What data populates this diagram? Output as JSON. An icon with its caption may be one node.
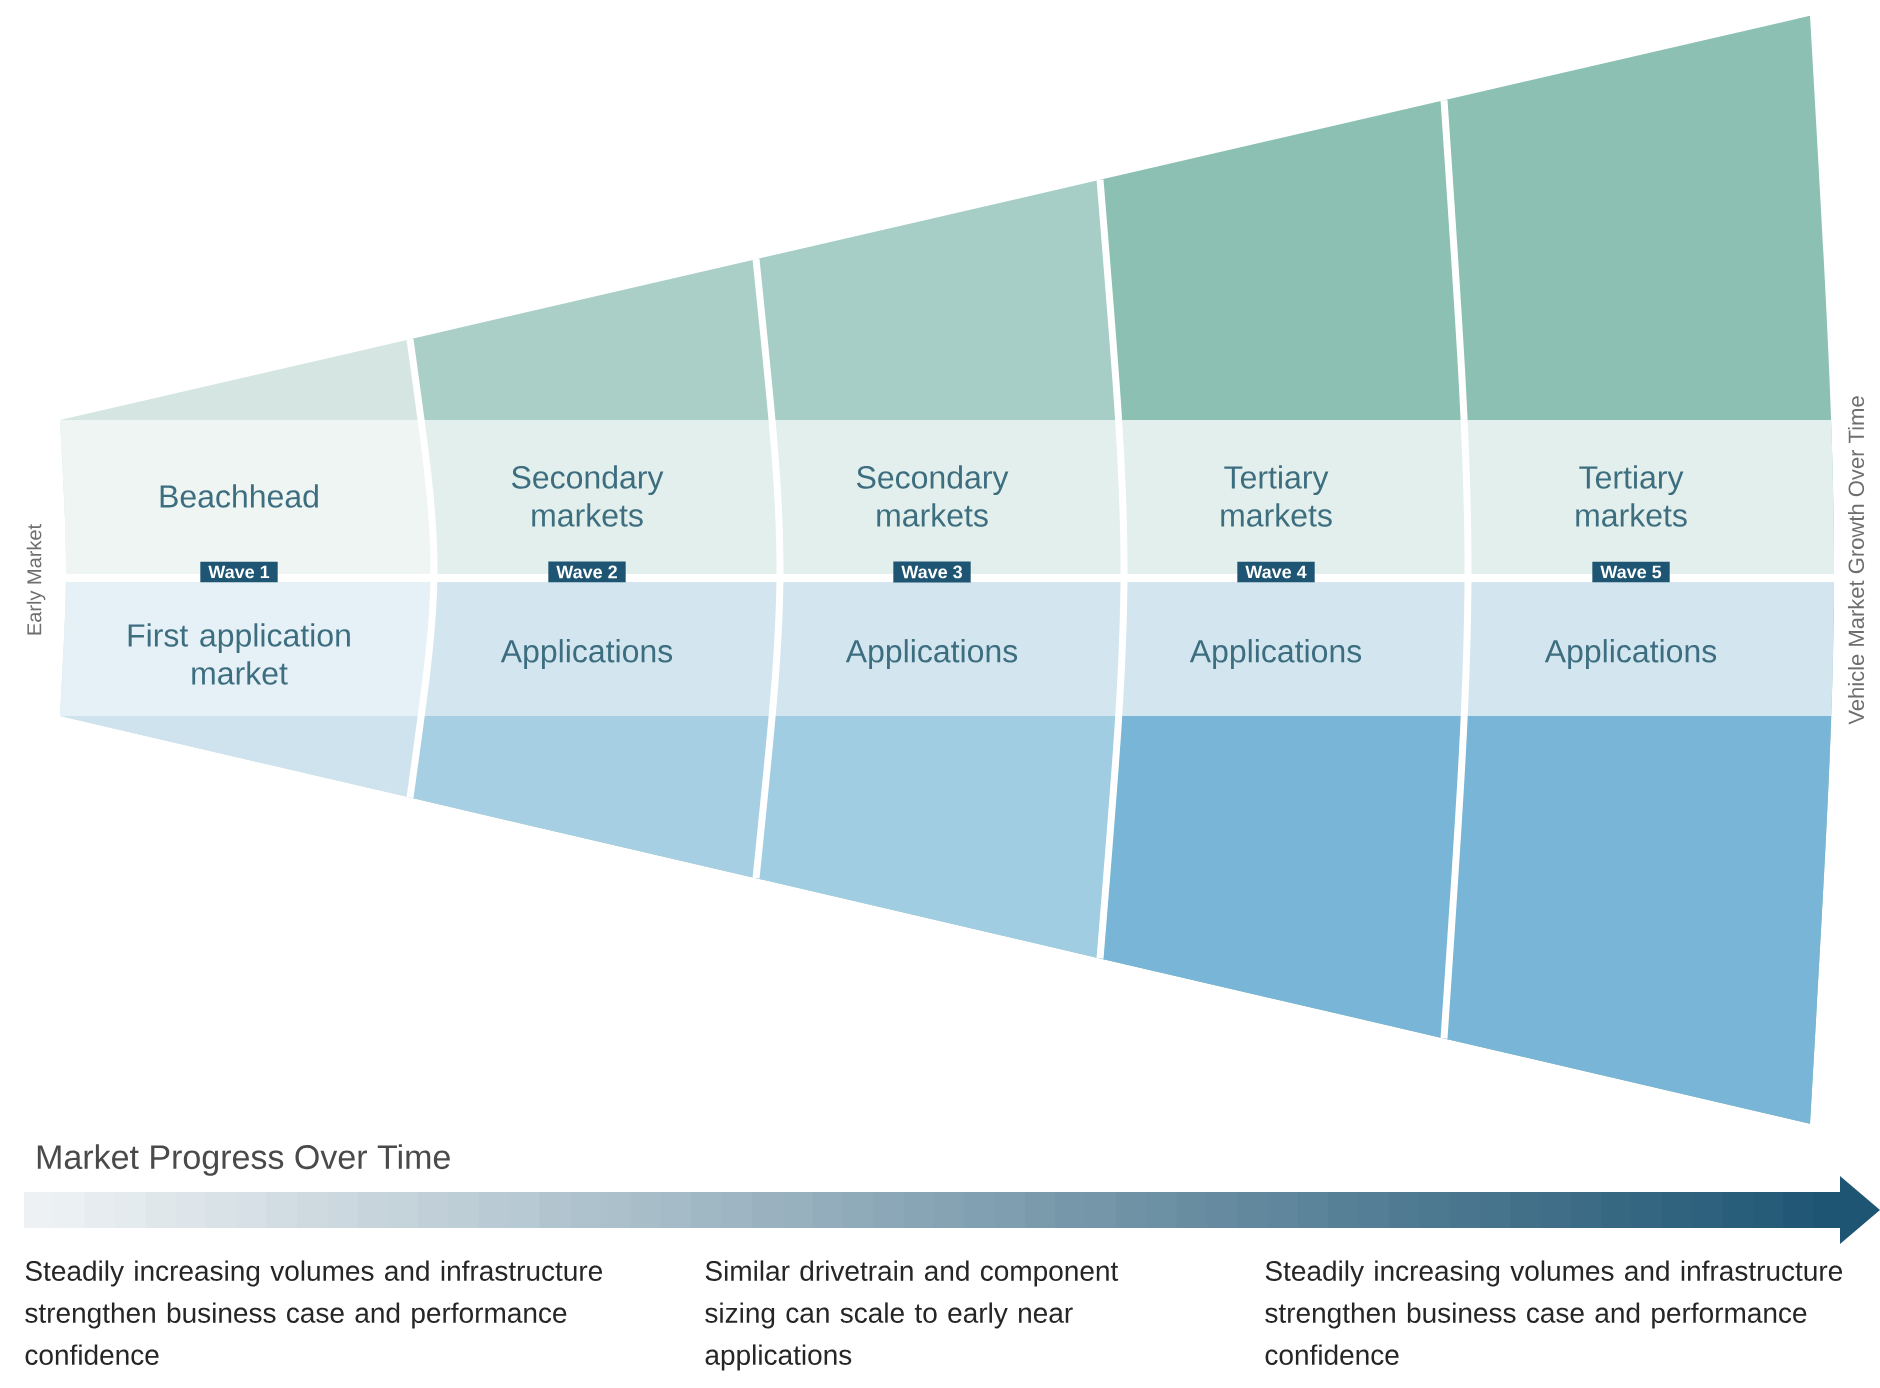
{
  "diagram": {
    "nodes": [
      {
        "text": [
          "Beachhead"
        ]
      },
      {
        "text": [
          "Wave 1"
        ]
      },
      {
        "text": [
          "First application market"
        ]
      },
      {
        "text": [
          "Secondary markets"
        ]
      },
      {
        "text": [
          "Wave 2"
        ]
      },
      {
        "text": [
          "Applications"
        ]
      },
      {
        "text": [
          "Secondary markets"
        ]
      },
      {
        "text": [
          "Wave 3"
        ]
      },
      {
        "text": [
          "Applications"
        ]
      },
      {
        "text": [
          "Tertiary markets"
        ]
      },
      {
        "text": [
          "Wave 4"
        ]
      },
      {
        "text": [
          "Applications"
        ]
      },
      {
        "text": [
          "Tertiary markets"
        ]
      },
      {
        "text": [
          "Wave 5"
        ]
      },
      {
        "text": [
          "Applications"
        ]
      }
    ],
    "labels": [
      "Early Market",
      "Vehicle Market Growth Over Time",
      "Market Progress Over Time",
      "Steadily increasing volumes and infrastructure strengthen business case and performance confidence",
      "Similar drivetrain and component sizing can scale to early near applications",
      "Steadily increasing volumes and infrastructure strengthen business case and performance confidence"
    ]
  }
}
